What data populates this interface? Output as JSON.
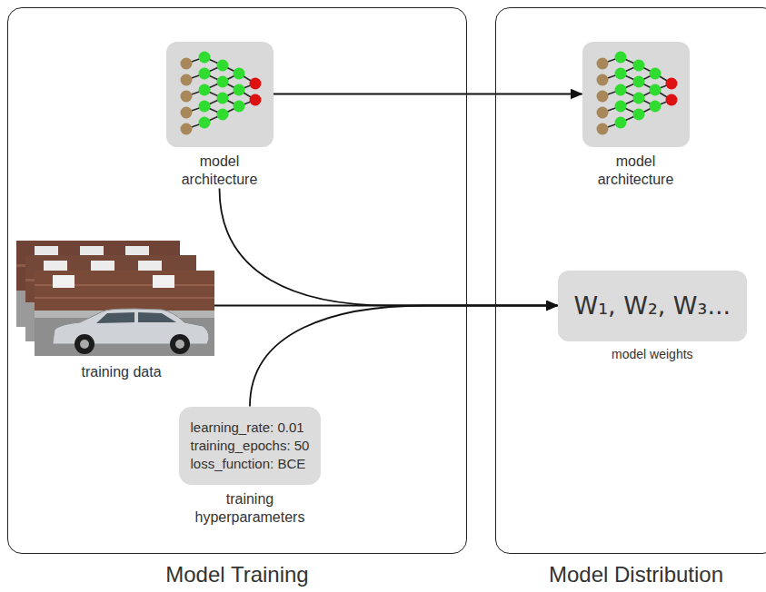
{
  "diagram": {
    "nodes": [
      {
        "text": [
          "Model Training"
        ]
      },
      {
        "text": [
          "model architecture"
        ],
        "in": 0
      },
      {
        "text": [
          "training data"
        ],
        "in": 0
      },
      {
        "text": [
          "learning_rate: 0.01",
          "training_epochs: 50",
          "loss_function: BCE",
          "training hyperparameters"
        ],
        "in": 0
      },
      {
        "text": [
          "Model Distribution"
        ]
      },
      {
        "text": [
          "model architecture"
        ],
        "in": 4
      },
      {
        "text": [
          "W₁, W₂, W₃...",
          "model weights"
        ],
        "in": 4
      }
    ],
    "edges": [
      {
        "from": 1,
        "to": 5,
        "arrow": "to"
      },
      {
        "from": 1,
        "to": 6,
        "arrow": "to"
      },
      {
        "from": 2,
        "to": 6,
        "arrow": "to"
      },
      {
        "from": 3,
        "to": 6,
        "arrow": "to"
      }
    ]
  }
}
